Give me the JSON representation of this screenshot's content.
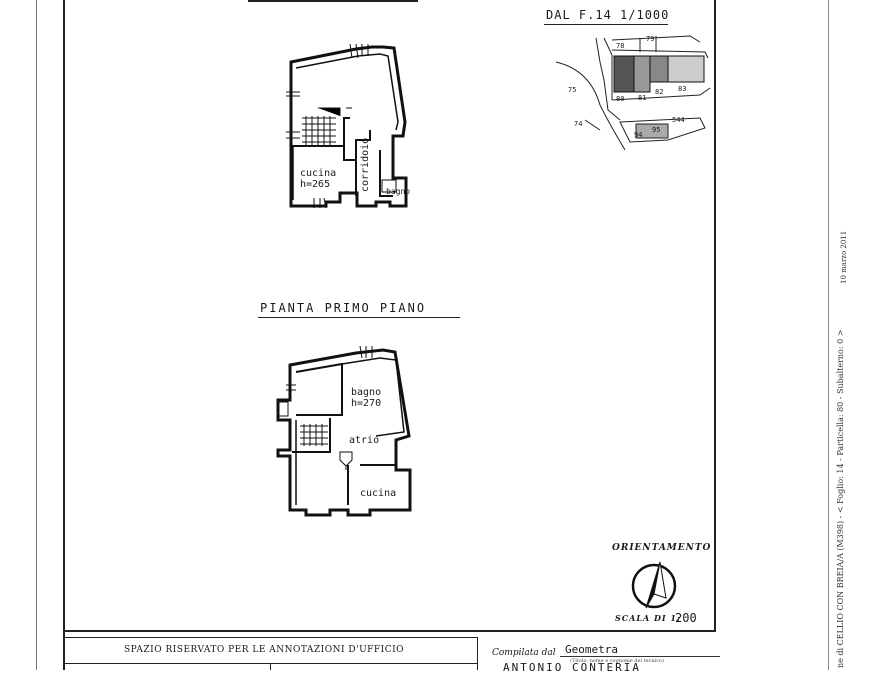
{
  "cadastral_map": {
    "title": "DAL F.14  1/1000",
    "parcels": [
      {
        "label": "78"
      },
      {
        "label": "79"
      },
      {
        "label": "75"
      },
      {
        "label": "80"
      },
      {
        "label": "81"
      },
      {
        "label": "82"
      },
      {
        "label": "83"
      },
      {
        "label": "74"
      },
      {
        "label": "94"
      },
      {
        "label": "95"
      },
      {
        "label": "544"
      }
    ]
  },
  "ground_floor": {
    "rooms": [
      {
        "label": "cucina\nh=265"
      },
      {
        "label": "corridoio"
      },
      {
        "label": "bagno"
      }
    ]
  },
  "first_floor": {
    "title": "PIANTA  PRIMO  PIANO",
    "rooms": [
      {
        "label": "bagno\nh=270"
      },
      {
        "label": "atrio"
      },
      {
        "label": "cucina"
      }
    ]
  },
  "orientation": {
    "label": "ORIENTAMENTO",
    "scale_label": "SCALA DI 1:",
    "scale_value": "200"
  },
  "footer": {
    "office_title": "SPAZIO RISERVATO PER LE ANNOTAZIONI D'UFFICIO",
    "compiled_label": "Compilata dal",
    "compiled_title": "Geometra",
    "compiled_sub": "(Titolo, nome e cognome del tecnico)",
    "compiled_name": "ANTONIO CONTERIA"
  },
  "side": {
    "text": "ne di CELLIO CON BREIA/A (M398) - < Foglio: 14 - Particella: 80 - Subalterno: 0 >",
    "text2": "10 marzo 2011"
  }
}
